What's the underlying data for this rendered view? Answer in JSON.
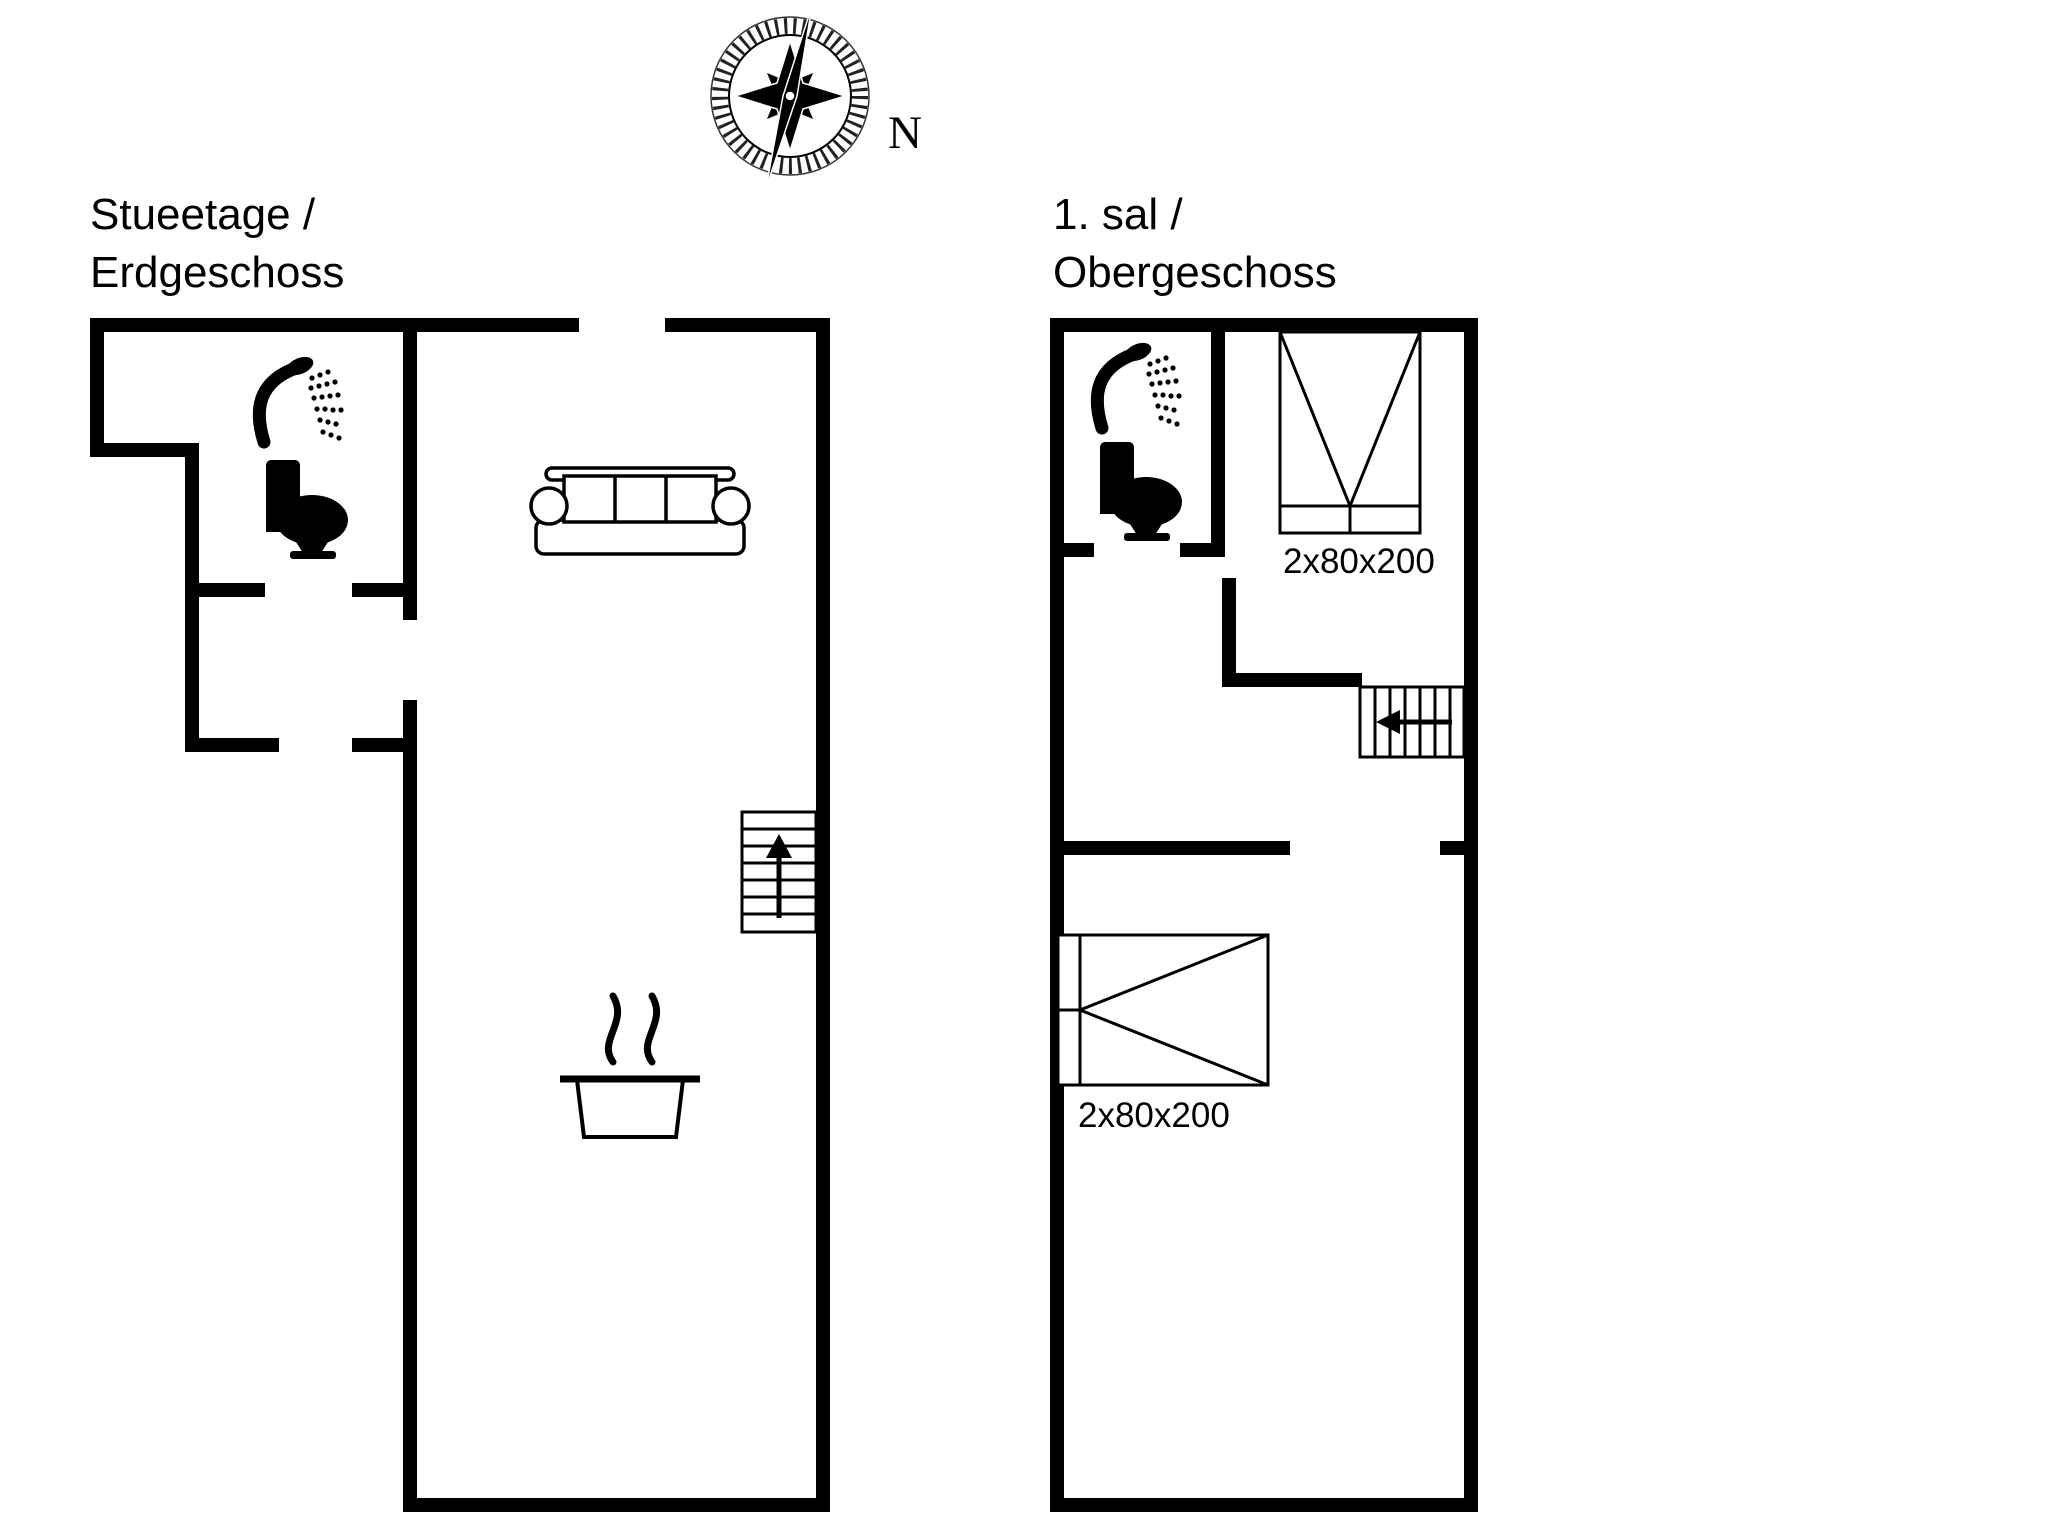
{
  "colors": {
    "background": "#ffffff",
    "wall": "#000000"
  },
  "compass": {
    "label": "N",
    "icon": "compass-rose-icon"
  },
  "floors": {
    "ground": {
      "title_line1": "Stueetage /",
      "title_line2": "Erdgeschoss",
      "icons": [
        "shower-icon",
        "toilet-icon",
        "sofa-icon",
        "staircase-up-icon",
        "cooking-pot-icon"
      ]
    },
    "upper": {
      "title_line1": "1. sal /",
      "title_line2": "Obergeschoss",
      "bed_top_label": "2x80x200",
      "bed_bottom_label": "2x80x200",
      "icons": [
        "shower-icon",
        "toilet-icon",
        "double-bed-icon",
        "staircase-down-icon"
      ]
    }
  }
}
